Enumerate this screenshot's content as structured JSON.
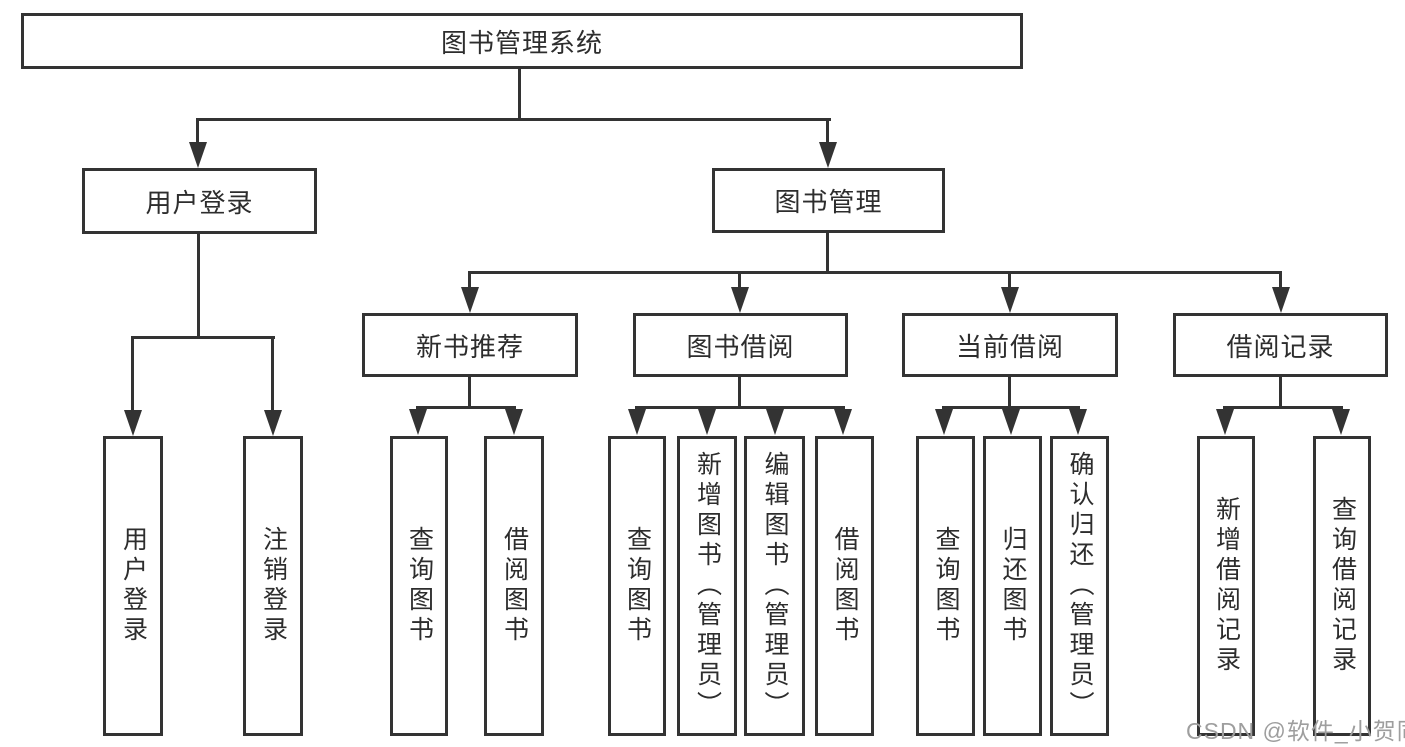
{
  "colors": {
    "line": "#333333",
    "text": "#2d2d2d",
    "background": "#ffffff",
    "watermark": "#9e9e9e"
  },
  "watermark": "CSDN @软件_小贺同学",
  "tree": {
    "root": {
      "label": "图书管理系统"
    },
    "branches": [
      {
        "label": "用户登录",
        "children": [
          {
            "label": "用户登录"
          },
          {
            "label": "注销登录"
          }
        ]
      },
      {
        "label": "图书管理",
        "children": [
          {
            "label": "新书推荐",
            "children": [
              {
                "label": "查询图书"
              },
              {
                "label": "借阅图书"
              }
            ]
          },
          {
            "label": "图书借阅",
            "children": [
              {
                "label": "查询图书"
              },
              {
                "label": "新增图书（管理员）"
              },
              {
                "label": "编辑图书（管理员）"
              },
              {
                "label": "借阅图书"
              }
            ]
          },
          {
            "label": "当前借阅",
            "children": [
              {
                "label": "查询图书"
              },
              {
                "label": "归还图书"
              },
              {
                "label": "确认归还（管理员）"
              }
            ]
          },
          {
            "label": "借阅记录",
            "children": [
              {
                "label": "新增借阅记录"
              },
              {
                "label": "查询借阅记录"
              }
            ]
          }
        ]
      }
    ]
  }
}
